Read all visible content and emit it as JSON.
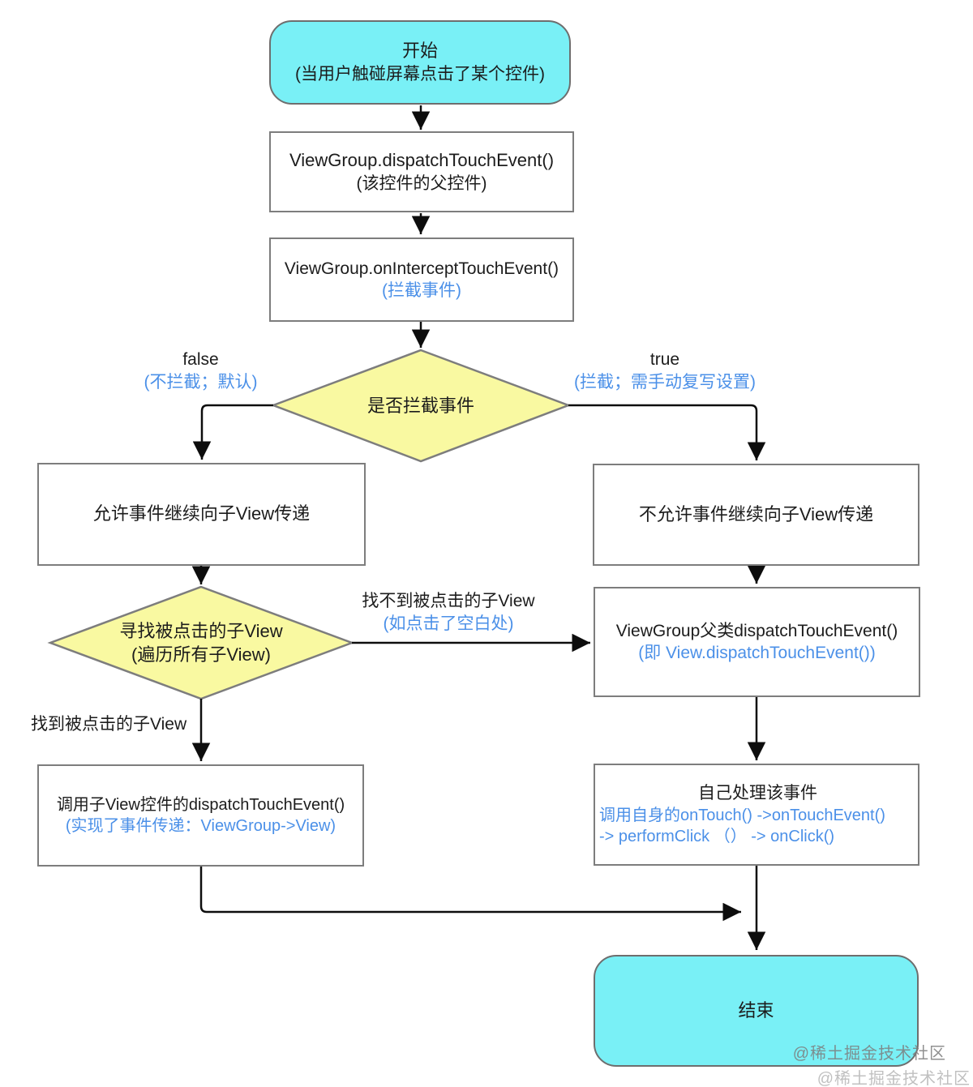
{
  "colors": {
    "node_cyan": "#79f0f6",
    "node_yellow": "#f9f9a1",
    "accent_blue": "#4b90e8",
    "border_gray": "#7d7d7d",
    "line_black": "#0d0d0d"
  },
  "nodes": {
    "start": {
      "line1": "开始",
      "line2": "(当用户触碰屏幕点击了某个控件)"
    },
    "dispatch": {
      "line1": "ViewGroup.dispatchTouchEvent()",
      "line2": "(该控件的父控件)"
    },
    "intercept": {
      "line1": "ViewGroup.onInterceptTouchEvent()",
      "line2": "(拦截事件)"
    },
    "decision_intercept": {
      "line1": "是否拦截事件"
    },
    "allow": {
      "line1": "允许事件继续向子View传递"
    },
    "disallow": {
      "line1": "不允许事件继续向子View传递"
    },
    "decision_find": {
      "line1": "寻找被点击的子View",
      "line2": "(遍历所有子View)"
    },
    "parent_dispatch": {
      "line1": "ViewGroup父类dispatchTouchEvent()",
      "line2": "(即 View.dispatchTouchEvent())"
    },
    "child_dispatch": {
      "line1": "调用子View控件的dispatchTouchEvent()",
      "line2": "(实现了事件传递：ViewGroup->View)"
    },
    "self_handle": {
      "line1": "自己处理该事件",
      "line2": "调用自身的onTouch() ->onTouchEvent()",
      "line3": "-> performClick （） -> onClick()"
    },
    "end": {
      "line1": "结束"
    }
  },
  "labels": {
    "branch_false": {
      "line1": "false",
      "line2": "(不拦截；默认)"
    },
    "branch_true": {
      "line1": "true",
      "line2": "(拦截；需手动复写设置)"
    },
    "not_found": {
      "line1": "找不到被点击的子View",
      "line2": "(如点击了空白处)"
    },
    "found": {
      "line1": "找到被点击的子View"
    }
  },
  "watermark": {
    "text": "@稀土掘金技术社区"
  }
}
